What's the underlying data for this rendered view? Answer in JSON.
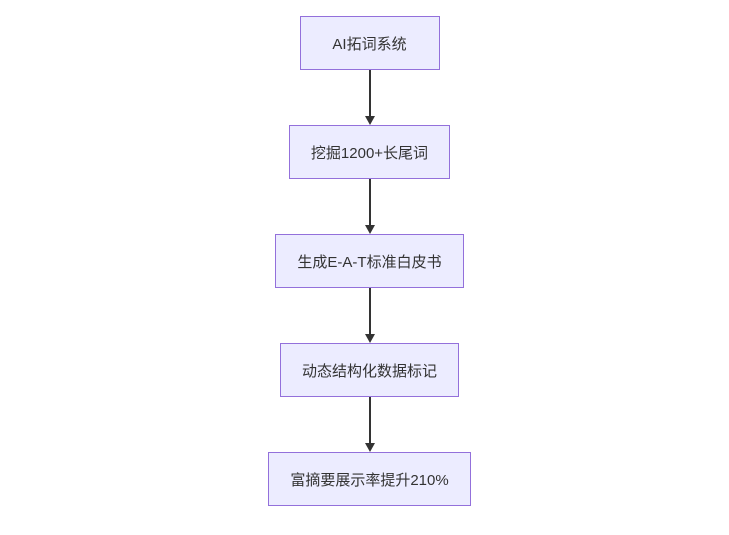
{
  "flowchart": {
    "type": "flowchart-top-down",
    "nodes": [
      {
        "id": "node-1",
        "label": "AI拓词系统"
      },
      {
        "id": "node-2",
        "label": "挖掘1200+长尾词"
      },
      {
        "id": "node-3",
        "label": "生成E-A-T标准白皮书"
      },
      {
        "id": "node-4",
        "label": "动态结构化数据标记"
      },
      {
        "id": "node-5",
        "label": "富摘要展示率提升210%"
      }
    ],
    "edges": [
      {
        "from": "node-1",
        "to": "node-2"
      },
      {
        "from": "node-2",
        "to": "node-3"
      },
      {
        "from": "node-3",
        "to": "node-4"
      },
      {
        "from": "node-4",
        "to": "node-5"
      }
    ],
    "colors": {
      "node_fill": "#ECECFF",
      "node_border": "#9370DB",
      "arrow": "#333333",
      "text": "#333333",
      "background": "#FFFFFF"
    }
  }
}
